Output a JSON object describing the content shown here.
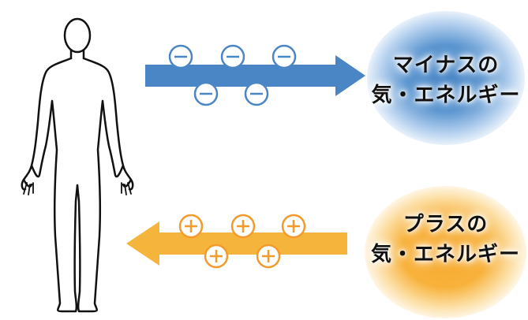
{
  "minus_energy": {
    "line1": "マイナスの",
    "line2": "気・エネルギー",
    "color": "#4a86c5",
    "charge_count": 5
  },
  "plus_energy": {
    "line1": "プラスの",
    "line2": "気・エネルギー",
    "color": "#f5b43c",
    "charge_count": 5
  }
}
